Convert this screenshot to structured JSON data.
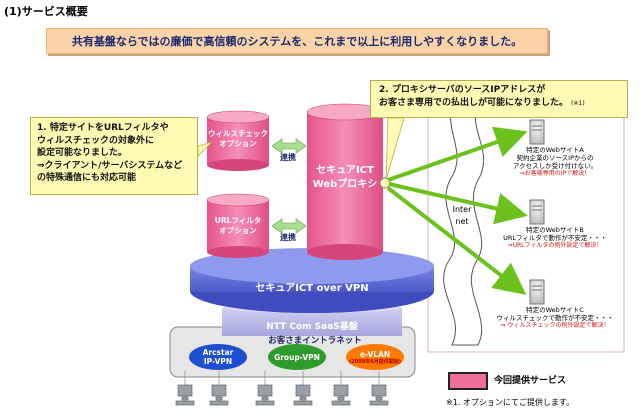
{
  "heading": "(1)サービス概要",
  "banner": "共有基盤ならではの廉価で高信頼のシステムを、これまで以上に利用しやすくなりました。",
  "callout_left": {
    "line1": "1. 特定サイトをURLフィルタや",
    "line2": "ウィルスチェックの対象外に",
    "line3": "設定可能なりました。",
    "line4": "⇒クライアント/サーバシステムなど",
    "line5": "の特殊通信にも対応可能"
  },
  "callout_right": {
    "line1": "2. プロキシサーバのソースIPアドレスが",
    "line2": "お客さま専用での払出しが可能になりました。",
    "note": "(※1)"
  },
  "cylinders": {
    "virus": [
      "ウィルスチェック",
      "オプション"
    ],
    "url": [
      "URLフィルタ",
      "オプション"
    ],
    "proxy": [
      "セキュアICT",
      "Webプロキシ"
    ]
  },
  "link_label_1": "連携",
  "link_label_2": "連携",
  "platform_secure": "セキュアICT over VPN",
  "platform_saas": "NTT Com SaaS基盤",
  "intranet_label": "お客さまイントラネット",
  "networks": {
    "arcstar": [
      "Arcstar",
      "IP-VPN"
    ],
    "group": [
      "Group-VPN"
    ],
    "evlan": [
      "e-VLAN",
      "(2009年6月提供開始)"
    ]
  },
  "internet_label": [
    "Inter",
    "net"
  ],
  "sites": {
    "a": {
      "title": "特定のWebサイトA",
      "lines": [
        "契約企業のソースIPからの",
        "アクセスしか受け付けない。"
      ],
      "solution": "⇒お客様専用のIPで解決！"
    },
    "b": {
      "title": "特定のWebサイトB",
      "lines": [
        "URLフィルタで動作が不安定・・・"
      ],
      "solution": "⇒URLフィルタの例外設定で解決！"
    },
    "c": {
      "title": "特定のWebサイトC",
      "lines": [
        "ウィルスチェックで動作が不安定・・・"
      ],
      "solution": "⇒ ウィルスチェックの例外設定で解決！"
    }
  },
  "legend": {
    "label": "今回提供サービス",
    "note": "※1. オプションにてご提供します。"
  },
  "colors": {
    "cylinder_pink": "#f06e9b",
    "platform_blue": "#5a68d8",
    "saas_purple": "#b8b8e8",
    "arrow_green": "#6cc21c",
    "callout_yellow": "#fffbb4",
    "banner_orange": "#fbd3a8",
    "solution_red": "#d41414"
  }
}
